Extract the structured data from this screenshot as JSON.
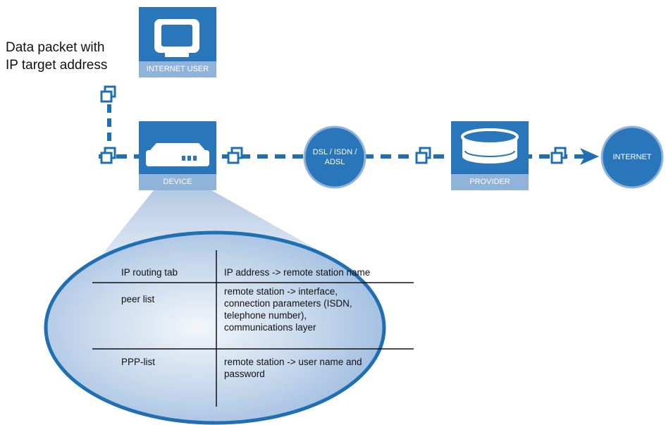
{
  "note": {
    "line1": "Data packet with",
    "line2": "IP target address"
  },
  "nodes": {
    "internet_user": "INTERNET USER",
    "device": "DEVICE",
    "line": "DSL / ISDN /\nADSL",
    "provider": "PROVIDER",
    "internet": "INTERNET"
  },
  "table": [
    {
      "name": "IP routing tab",
      "description": "IP address -> remote station name"
    },
    {
      "name": "peer list",
      "description": "remote station -> interface,\nconnection parameters (ISDN,\ntelephone number),\ncommunications layer"
    },
    {
      "name": "PPP-list",
      "description": "remote station -> user name and\npassword"
    }
  ],
  "colors": {
    "accent_blue": "#1f6fb2",
    "tile_blue": "#2a76bb",
    "label_blue": "#8fb3d9",
    "ellipse_fill": "#b9cfe8",
    "ellipse_stroke": "#1f6fb2"
  },
  "icons": [
    "monitor-icon",
    "router-icon",
    "database-icon",
    "packet-cube-icon"
  ]
}
